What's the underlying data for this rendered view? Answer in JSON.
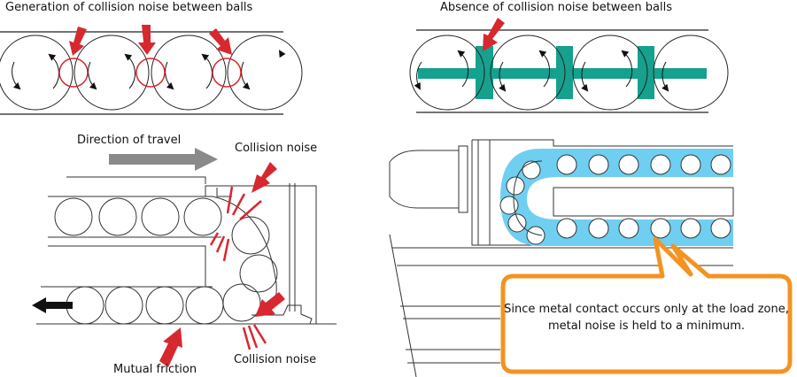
{
  "panels": {
    "top_left": {
      "title": "Generation of collision noise between balls"
    },
    "top_right": {
      "title": "Absence of collision noise between balls"
    },
    "bottom_left": {
      "direction_label": "Direction of travel",
      "collision_label_top": "Collision noise",
      "collision_label_bottom": "Collision noise",
      "friction_label": "Mutual friction"
    },
    "bottom_right": {
      "callout": "Since metal contact occurs only at the load zone, metal noise is held to a minimum."
    }
  },
  "colors": {
    "arrow_red": "#d7282f",
    "retainer_teal": "#16a08e",
    "lubricant_blue": "#6fcff0",
    "callout_orange": "#f39322",
    "travel_arrow_gray": "#8a8a8a",
    "line": "#222222"
  }
}
